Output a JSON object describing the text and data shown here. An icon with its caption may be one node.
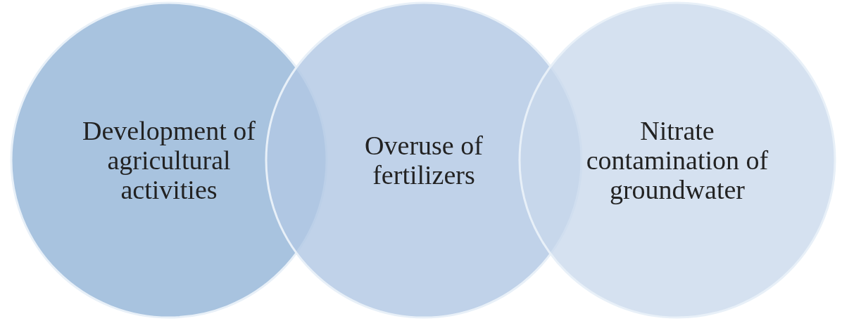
{
  "diagram": {
    "nodes": [
      {
        "text": [
          "Development of agricultural activities"
        ]
      },
      {
        "text": [
          "Overuse of fertilizers"
        ]
      },
      {
        "text": [
          "Nitrate contamination of groundwater"
        ]
      }
    ],
    "edges": []
  }
}
